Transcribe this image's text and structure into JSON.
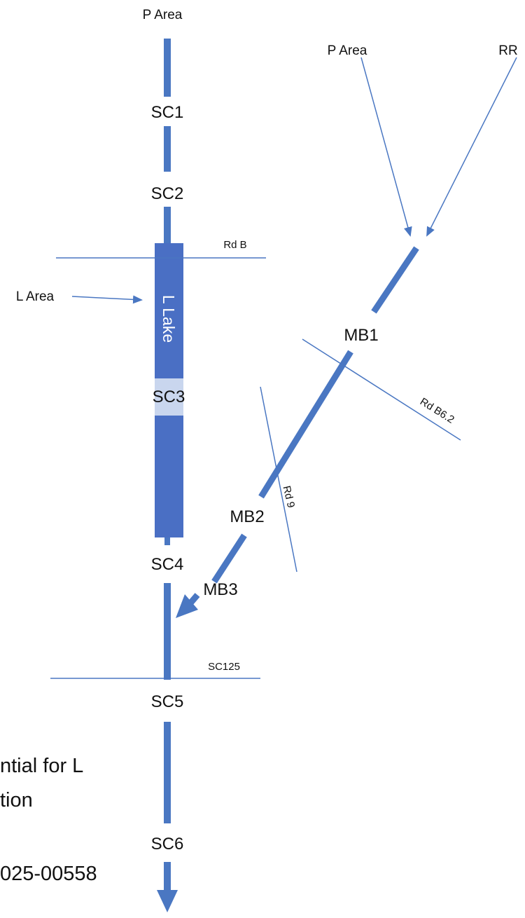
{
  "colors": {
    "stream": "#4a77c2",
    "lake": "#4a6fc4",
    "lake_band": "#c9d6ee",
    "thin_line": "#4a77c2",
    "text": "#111111",
    "background": "#ffffff"
  },
  "labels": {
    "p_area_top": "P Area",
    "p_area_right": "P Area",
    "rr": "RR",
    "l_area": "L Area",
    "l_lake": "L Lake",
    "rd_b": "Rd B",
    "rd_b62": "Rd B6.2",
    "rd_9": "Rd 9",
    "sc125": "SC125"
  },
  "stations": {
    "sc1": "SC1",
    "sc2": "SC2",
    "sc3": "SC3",
    "sc4": "SC4",
    "sc5": "SC5",
    "sc6": "SC6",
    "mb1": "MB1",
    "mb2": "MB2",
    "mb3": "MB3"
  },
  "note": {
    "line1": "ntial for L",
    "line2": "tion",
    "line3": "025-00558"
  }
}
